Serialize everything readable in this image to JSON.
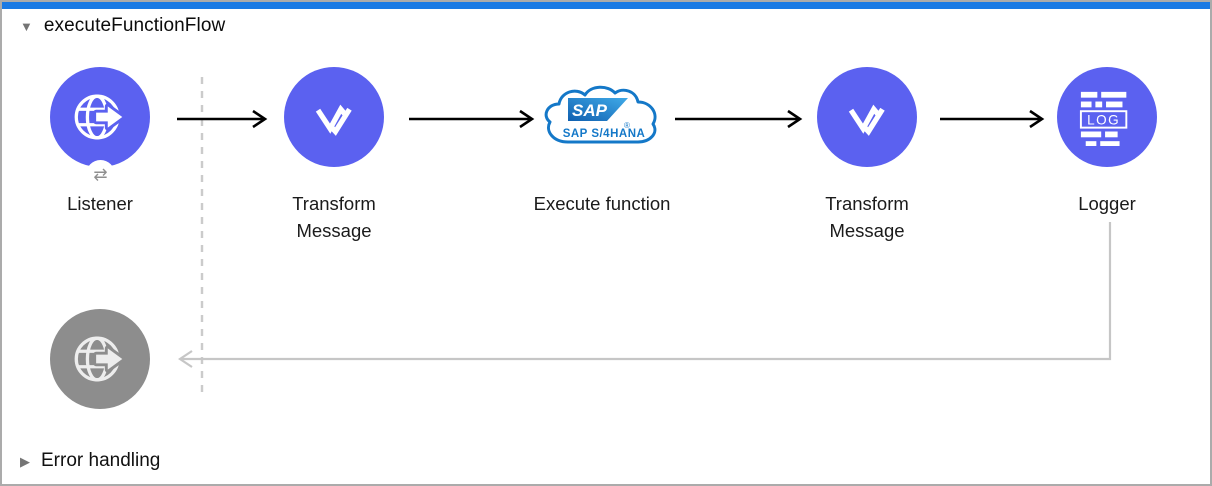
{
  "flow": {
    "title": "executeFunctionFlow"
  },
  "error_handling": {
    "label": "Error handling"
  },
  "nodes": [
    {
      "label": "Listener",
      "icon": "globe-arrow-icon"
    },
    {
      "label": "Transform Message",
      "icon": "dataweave-icon"
    },
    {
      "label": "Execute function",
      "icon": "sap-s4hana-cloud-icon"
    },
    {
      "label": "Transform Message",
      "icon": "dataweave-icon"
    },
    {
      "label": "Logger",
      "icon": "log-icon"
    }
  ],
  "response_node": {
    "icon": "globe-arrow-icon"
  },
  "sap": {
    "logo": "SAP",
    "registered": "®",
    "product": "SAP S/4HANA"
  },
  "logger_icon": {
    "text": "LOG"
  },
  "icons": {
    "collapse_open": "▼",
    "collapse_closed": "▶",
    "listener_badge": "⇄"
  },
  "colors": {
    "accent_bar": "#1a7ae4",
    "node_purple": "#5b61f0",
    "response_node_gray": "#8d8d8d",
    "sap_blue": "#1478c8",
    "connector_black": "#000000",
    "return_connector_gray": "#c6c6c6",
    "boundary_dash_gray": "#cbcbcb"
  }
}
